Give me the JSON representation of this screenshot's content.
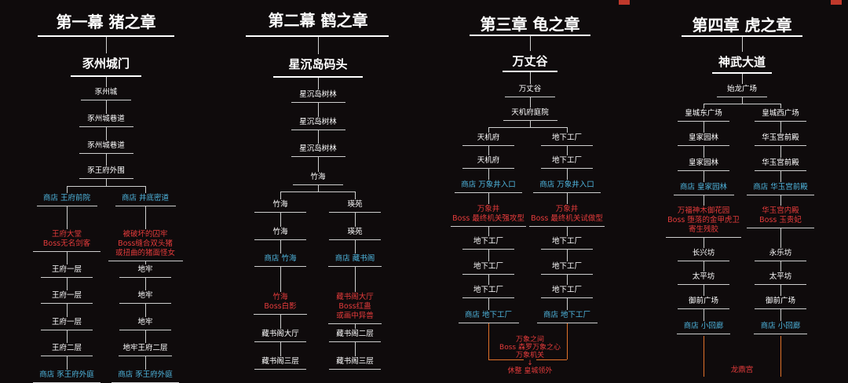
{
  "colors": {
    "background": "#0f0b0c",
    "text": "#ffffff",
    "shop": "#4fb6df",
    "boss": "#e53b3b",
    "line": "#cfcfcf",
    "final_path": "#e0722a"
  },
  "chapters": [
    {
      "title": "第一幕 猪之章",
      "area": "豕州城门",
      "trunk": [
        "豕州城",
        "豕州城巷道",
        "豕州城巷道",
        "豕王府外围"
      ],
      "branches": [
        [
          "商店 王府前院",
          "王府大堂\nBoss无名剑客",
          "王府一层",
          "王府一层",
          "王府一层",
          "王府二层",
          "商店 豕王府外庭"
        ],
        [
          "商店 井底密道",
          "被破坏的囚牢\nBoss缝合双头猪\n或扭曲的猪面怪女",
          "地牢",
          "地牢",
          "地牢",
          "地牢王府二层",
          "商店 豕王府外庭"
        ]
      ]
    },
    {
      "title": "第二幕 鹤之章",
      "area": "星沉岛码头",
      "trunk": [
        "星沉岛树林",
        "星沉岛树林",
        "星沉岛树林",
        "竹海"
      ],
      "branches": [
        [
          "竹海",
          "竹海",
          "商店 竹海",
          "竹海\nBoss白影",
          "藏书阁大厅",
          "藏书阁三层"
        ],
        [
          "瑛苑",
          "瑛苑",
          "商店 藏书阁",
          "藏书阁大厅\nBoss红蛊\n或画中异兽",
          "藏书阁二层",
          "藏书阁三层"
        ]
      ]
    },
    {
      "title": "第三章 龟之章",
      "area": "万丈谷",
      "trunk": [
        "万丈谷",
        "天机府庭院"
      ],
      "branches": [
        [
          "天机府",
          "天机府",
          "商店 万象井入口",
          "万象井\nBoss 最终机关强攻型",
          "地下工厂",
          "地下工厂",
          "地下工厂",
          "商店 地下工厂"
        ],
        [
          "地下工厂",
          "地下工厂",
          "商店 万象井入口",
          "万象井\nBoss 最终机关试做型",
          "地下工厂",
          "地下工厂",
          "地下工厂",
          "商店 地下工厂"
        ]
      ],
      "final": "万象之间\nBoss 森罗万象之心\n万象机关\n↓\n休整 皇城领外"
    },
    {
      "title": "第四章 虎之章",
      "area": "神武大道",
      "trunk": [
        "始龙广场"
      ],
      "branches": [
        [
          "皇城东广场",
          "皇家园林",
          "皇家园林",
          "商店 皇家园林",
          "万福神木御花园\nBoss 堕落的金甲虎卫\n寄生残胶",
          "长兴坊",
          "太平坊",
          "御前广场",
          "商店 小回廊"
        ],
        [
          "皇城西广场",
          "华玉宫前殿",
          "华玉宫前殿",
          "商店 华玉宫前殿",
          "华玉宫内殿\nBoss 玉贵妃",
          "永乐坊",
          "太平坊",
          "御前广场",
          "商店 小回廊"
        ]
      ],
      "final": "龙鼎宫"
    }
  ]
}
